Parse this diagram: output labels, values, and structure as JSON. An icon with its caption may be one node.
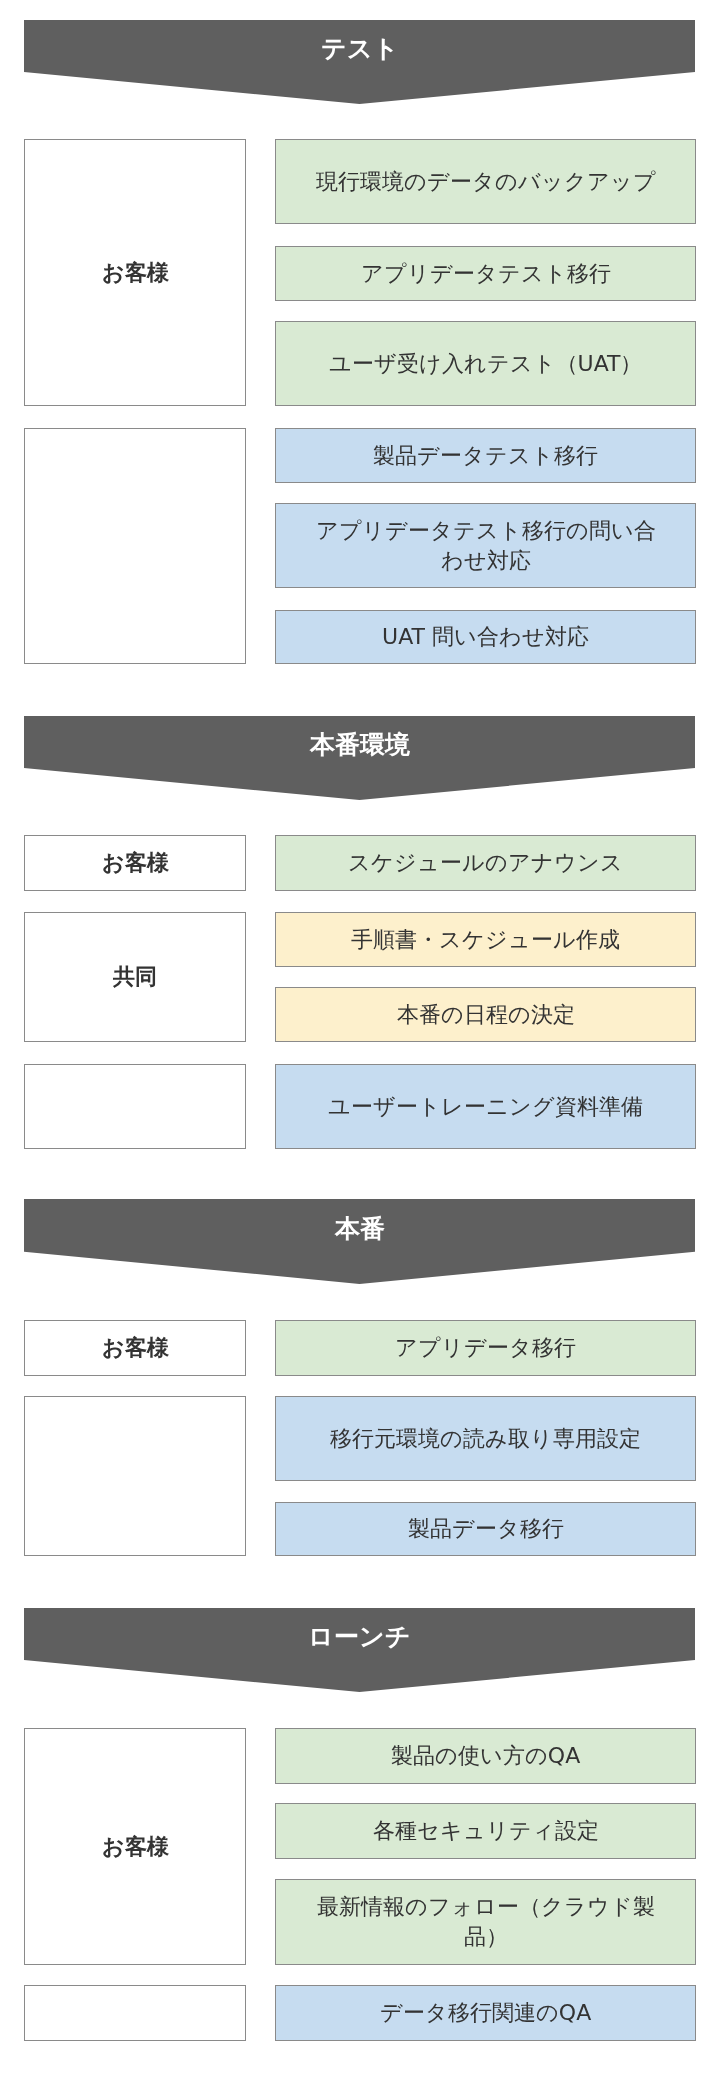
{
  "diagram": {
    "nodes": [
      {
        "text": [
          "テスト"
        ]
      },
      {
        "text": [
          "お客様"
        ]
      },
      {
        "text": [
          "現行環境のデータのバックアップ"
        ]
      },
      {
        "text": [
          "アプリデータテスト移行"
        ]
      },
      {
        "text": [
          "ユーザ受け入れテスト（UAT）"
        ]
      },
      {
        "text": [],
        "shape": "box"
      },
      {
        "text": [
          "製品データテスト移行"
        ]
      },
      {
        "text": [
          "アプリデータテスト移行の問い合わせ対応"
        ]
      },
      {
        "text": [
          "UAT 問い合わせ対応"
        ]
      },
      {
        "text": [
          "本番環境"
        ]
      },
      {
        "text": [
          "お客様"
        ]
      },
      {
        "text": [
          "スケジュールのアナウンス"
        ]
      },
      {
        "text": [
          "共同"
        ]
      },
      {
        "text": [
          "手順書・スケジュール作成"
        ]
      },
      {
        "text": [
          "本番の日程の決定"
        ]
      },
      {
        "text": [],
        "shape": "box"
      },
      {
        "text": [
          "ユーザートレーニング資料準備"
        ]
      },
      {
        "text": [
          "本番"
        ]
      },
      {
        "text": [
          "お客様"
        ]
      },
      {
        "text": [
          "アプリデータ移行"
        ]
      },
      {
        "text": [],
        "shape": "box"
      },
      {
        "text": [
          "移行元環境の読み取り専用設定"
        ]
      },
      {
        "text": [
          "製品データ移行"
        ]
      },
      {
        "text": [
          "ローンチ"
        ]
      },
      {
        "text": [
          "お客様"
        ]
      },
      {
        "text": [
          "製品の使い方のQA"
        ]
      },
      {
        "text": [
          "各種セキュリティ設定"
        ]
      },
      {
        "text": [
          "最新情報のフォロー（クラウド製品）"
        ]
      },
      {
        "text": [],
        "shape": "box"
      },
      {
        "text": [
          "データ移行関連のQA"
        ]
      }
    ]
  }
}
